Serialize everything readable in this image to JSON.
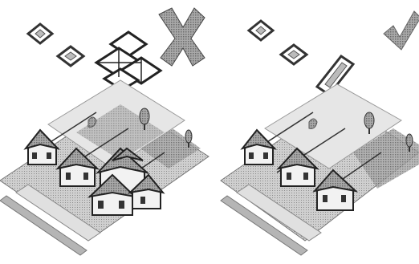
{
  "diagram": {
    "panels": [
      {
        "id": "incorrect",
        "verdict_icon": "cross-icon",
        "verdict": "incorrect"
      },
      {
        "id": "correct",
        "verdict_icon": "check-icon",
        "verdict": "correct"
      }
    ],
    "colors": {
      "outline": "#222222",
      "ground": "#bdbdbd",
      "shadow": "#9a9a9a",
      "light": "#e3e3e3",
      "cross": "#555555",
      "check": "#8a8a8a"
    }
  }
}
